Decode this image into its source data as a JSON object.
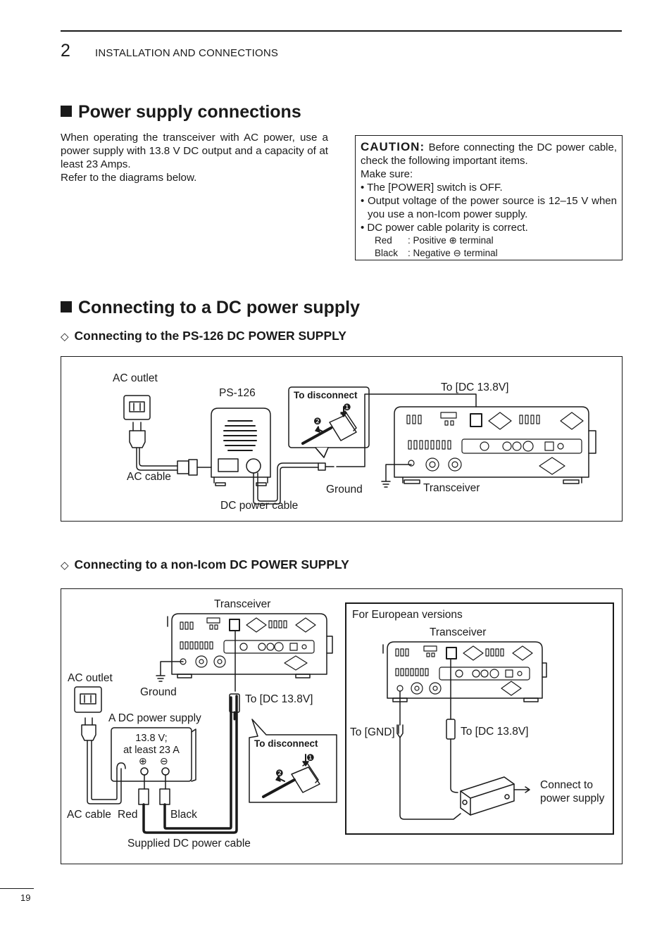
{
  "header": {
    "chapter_number": "2",
    "chapter_title": "INSTALLATION AND CONNECTIONS"
  },
  "section1": {
    "title": "Power supply connections",
    "intro_lines": [
      "When operating the transceiver with AC power, use a power supply with 13.8 V DC output and a capacity of at least 23 Amps.",
      "Refer to the diagrams below."
    ],
    "caution": {
      "heading": "CAUTION:",
      "text": "Before connecting the DC power cable, check the following important items.",
      "make_sure": "Make sure:",
      "bullets": [
        "• The [POWER] switch is OFF.",
        "• Output voltage of the power source is 12–15 V when you use a non-Icom power supply.",
        "• DC power cable polarity is correct."
      ],
      "polarity": [
        {
          "color": "Red",
          "desc": ": Positive ⊕ terminal"
        },
        {
          "color": "Black",
          "desc": ": Negative ⊖ terminal"
        }
      ]
    }
  },
  "section2": {
    "title": "Connecting to a DC power supply",
    "sub1": {
      "title": "Connecting to the PS-126 DC POWER SUPPLY",
      "labels": {
        "ac_outlet": "AC outlet",
        "ps126": "PS-126",
        "to_disconnect": "To disconnect",
        "to_dc": "To [DC 13.8V]",
        "ac_cable": "AC cable",
        "ground": "Ground",
        "transceiver": "Transceiver",
        "dc_power_cable": "DC power cable",
        "step1": "❶",
        "step2": "❷"
      }
    },
    "sub2": {
      "title": "Connecting to a non-Icom DC POWER SUPPLY",
      "labels": {
        "transceiver": "Transceiver",
        "ac_outlet": "AC outlet",
        "ground": "Ground",
        "to_dc": "To [DC 13.8V]",
        "a_dc_power_supply": "A DC power supply",
        "spec_line1": "13.8 V;",
        "spec_line2": "at least 23 A",
        "plus": "⊕",
        "minus": "⊖",
        "to_disconnect": "To disconnect",
        "ac_cable": "AC cable",
        "red": "Red",
        "black": "Black",
        "supplied_dc_cable": "Supplied DC power cable",
        "step1": "❶",
        "step2": "❷"
      },
      "european": {
        "title": "For European versions",
        "transceiver": "Transceiver",
        "to_gnd": "To [GND]",
        "to_dc": "To [DC 13.8V]",
        "connect_line1": "Connect to",
        "connect_line2": "power supply"
      }
    }
  },
  "footer": {
    "page_number": "19"
  }
}
